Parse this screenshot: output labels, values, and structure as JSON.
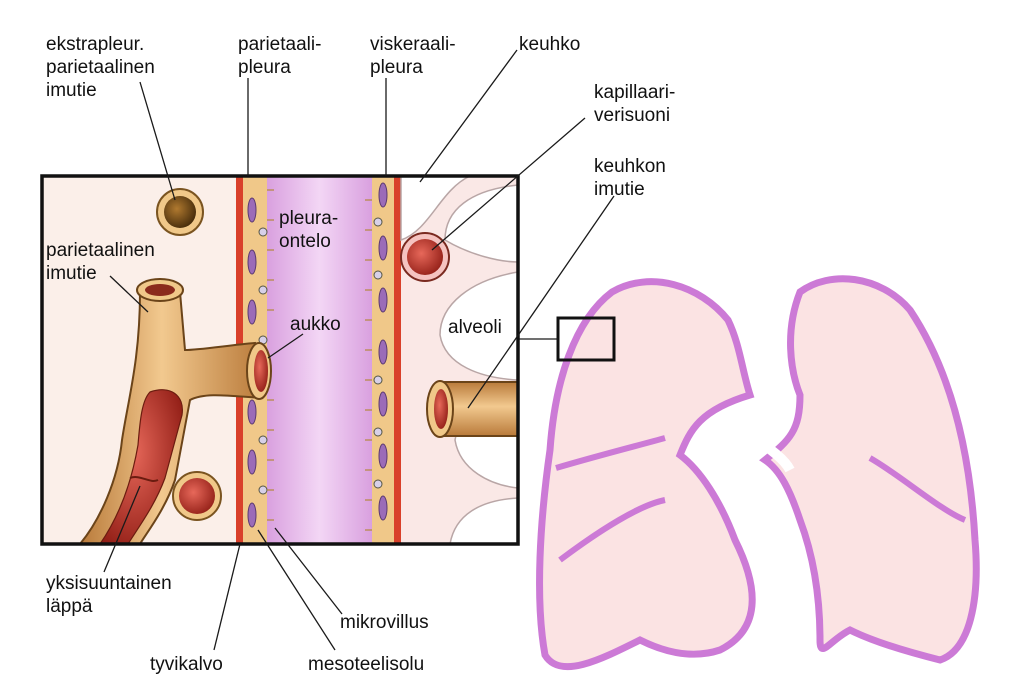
{
  "labels": {
    "ekstrapleur": [
      "ekstrapleur.",
      "parietaalinen",
      "imutie"
    ],
    "parietaalipleura": [
      "parietaali-",
      "pleura"
    ],
    "viskeraalipleura": [
      "viskeraali-",
      "pleura"
    ],
    "keuhko": "keuhko",
    "kapillaari": [
      "kapillaari-",
      "verisuoni"
    ],
    "keuhkon_imutie": [
      "keuhkon",
      "imutie"
    ],
    "parietaalinen_imutie": [
      "parietaalinen",
      "imutie"
    ],
    "pleuraontelo": [
      "pleura-",
      "ontelo"
    ],
    "aukko": "aukko",
    "alveoli": "alveoli",
    "yksisuuntainen": [
      "yksisuuntainen",
      "läppä"
    ],
    "tyvikalvo": "tyvikalvo",
    "mikrovillus": "mikrovillus",
    "mesoteelisolu": "mesoteelisolu"
  },
  "colors": {
    "pleural_cavity": "#e6b8ea",
    "mesothelium": "#f0c889",
    "basement_membrane": "#d9402a",
    "vessel_outer": "#dca463",
    "vessel_lumen": "#c0392b",
    "lung_outline": "#cc7ad6",
    "lung_fill": "#fbe3e3",
    "tissue": "#fae8e6"
  }
}
